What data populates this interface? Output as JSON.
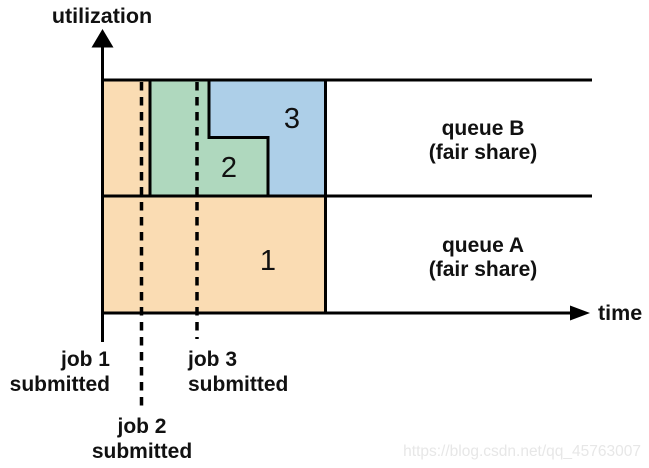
{
  "figure": {
    "y_axis_label": "utilization",
    "x_axis_label": "time"
  },
  "queues": [
    {
      "name": "queue B",
      "mode": "(fair share)"
    },
    {
      "name": "queue A",
      "mode": "(fair share)"
    }
  ],
  "jobs": [
    {
      "label": "1",
      "color": "#FADCB3"
    },
    {
      "label": "2",
      "color": "#AFD8BE"
    },
    {
      "label": "3",
      "color": "#ADCFE8"
    }
  ],
  "events": [
    {
      "line1": "job 1",
      "line2": "submitted"
    },
    {
      "line1": "job 2",
      "line2": "submitted"
    },
    {
      "line1": "job 3",
      "line2": "submitted"
    }
  ],
  "watermark": {
    "text": "https://blog.csdn.net/qq_45763007",
    "color": "#E7E7E7"
  },
  "colors": {
    "line": "#000000",
    "text": "#111111",
    "background": "#FFFFFF"
  }
}
